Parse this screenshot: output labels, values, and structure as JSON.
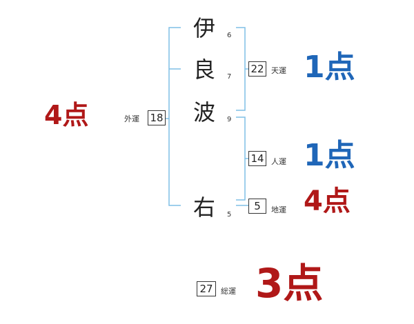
{
  "name_chars": [
    {
      "char": "伊",
      "strokes": "6"
    },
    {
      "char": "良",
      "strokes": "7"
    },
    {
      "char": "波",
      "strokes": "9"
    },
    {
      "char": "右",
      "strokes": "5"
    }
  ],
  "gaiun": {
    "label": "外運",
    "value": "18",
    "score": "4点",
    "color": "#b01818"
  },
  "tenun": {
    "label": "天運",
    "value": "22",
    "score": "1点",
    "color": "#1f66b8"
  },
  "jinun": {
    "label": "人運",
    "value": "14",
    "score": "1点",
    "color": "#1f66b8"
  },
  "chiun": {
    "label": "地運",
    "value": "5",
    "score": "4点",
    "color": "#b01818"
  },
  "souun": {
    "label": "総運",
    "value": "27",
    "score": "3点",
    "color": "#b01818"
  },
  "bracket_color": "#7fbfe6"
}
